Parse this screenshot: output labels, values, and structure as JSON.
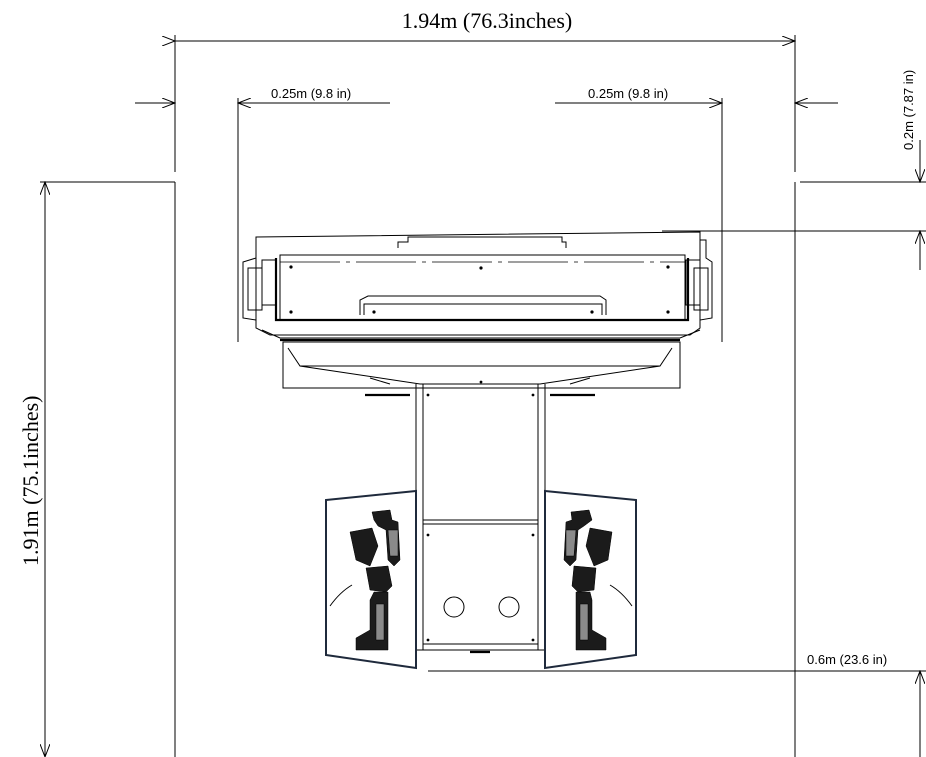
{
  "dimensions": {
    "overall_width": "1.94m (76.3inches)",
    "overall_depth": "1.91m (75.1inches)",
    "left_clearance": "0.25m (9.8 in)",
    "right_clearance": "0.25m (9.8 in)",
    "top_clearance": "0.2m (7.87 in)",
    "player_area": "0.6m (23.6 in)"
  },
  "colors": {
    "line": "#000000",
    "gun_panel_border": "#1f2a3c"
  },
  "icons": {
    "left_gun": "assault-rifle-icon",
    "right_gun": "assault-rifle-icon"
  }
}
